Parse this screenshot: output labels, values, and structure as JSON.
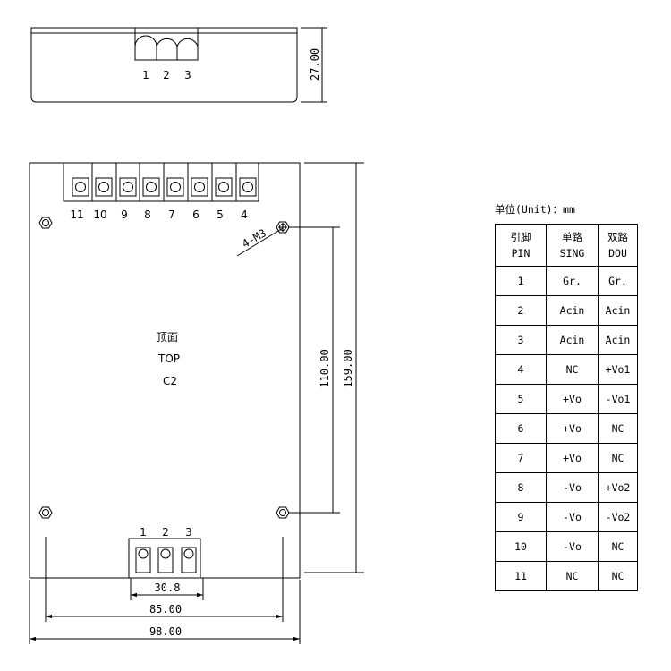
{
  "side_view": {
    "pin_labels": [
      "1",
      "2",
      "3"
    ],
    "height_dim": "27.00"
  },
  "top_view": {
    "label_line1": "顶面",
    "label_line2": "TOP",
    "label_line3": "C2",
    "upper_pins": [
      "11",
      "10",
      "9",
      "8",
      "7",
      "6",
      "5",
      "4"
    ],
    "lower_pins": [
      "1",
      "2",
      "3"
    ],
    "mount_callout": "4-M3",
    "dims": {
      "hole_spacing_vertical": "110.00",
      "overall_height": "159.00",
      "terminal_spacing": "30.8",
      "hole_spacing_horizontal": "85.00",
      "overall_width": "98.00"
    }
  },
  "table": {
    "caption": "单位(Unit)：mm",
    "headers": [
      {
        "cn": "引脚",
        "en": "PIN"
      },
      {
        "cn": "单路",
        "en": "SING"
      },
      {
        "cn": "双路",
        "en": "DOU"
      }
    ],
    "rows": [
      [
        "1",
        "Gr.",
        "Gr."
      ],
      [
        "2",
        "Acin",
        "Acin"
      ],
      [
        "3",
        "Acin",
        "Acin"
      ],
      [
        "4",
        "NC",
        "+Vo1"
      ],
      [
        "5",
        "+Vo",
        "-Vo1"
      ],
      [
        "6",
        "+Vo",
        "NC"
      ],
      [
        "7",
        "+Vo",
        "NC"
      ],
      [
        "8",
        "-Vo",
        "+Vo2"
      ],
      [
        "9",
        "-Vo",
        "-Vo2"
      ],
      [
        "10",
        "-Vo",
        "NC"
      ],
      [
        "11",
        "NC",
        "NC"
      ]
    ]
  }
}
